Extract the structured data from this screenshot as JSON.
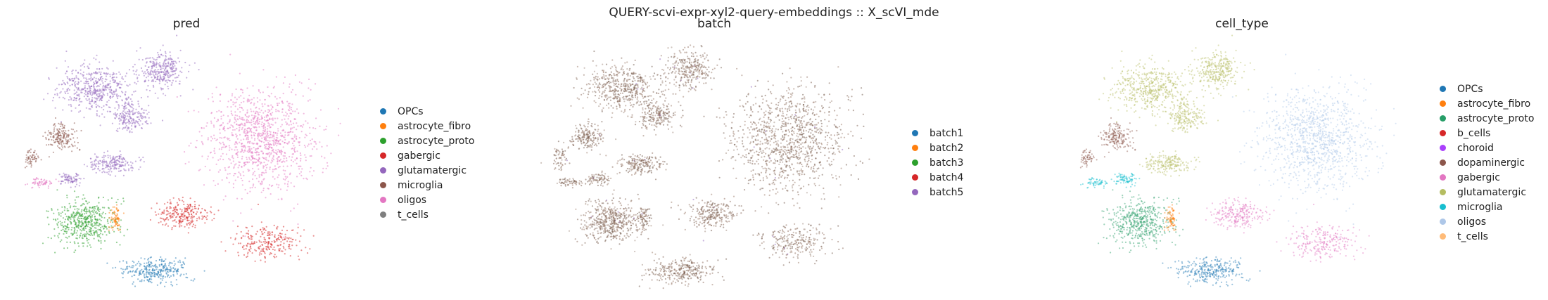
{
  "figure": {
    "suptitle": "QUERY-scvi-expr-xyl2-query-embeddings :: X_scVI_mde"
  },
  "chart_data": [
    {
      "type": "scatter",
      "title": "pred",
      "xlabel": "",
      "ylabel": "",
      "grid": false,
      "axes_visible": false,
      "legend_placement": "right",
      "legend": [
        {
          "name": "OPCs",
          "color": "#1f77b4"
        },
        {
          "name": "astrocyte_fibro",
          "color": "#ff7f0e"
        },
        {
          "name": "astrocyte_proto",
          "color": "#2ca02c"
        },
        {
          "name": "gabergic",
          "color": "#d62728"
        },
        {
          "name": "glutamatergic",
          "color": "#9467bd"
        },
        {
          "name": "microglia",
          "color": "#8c564b"
        },
        {
          "name": "oligos",
          "color": "#e377c2"
        },
        {
          "name": "t_cells",
          "color": "#7f7f7f"
        }
      ]
    },
    {
      "type": "scatter",
      "title": "batch",
      "xlabel": "",
      "ylabel": "",
      "grid": false,
      "axes_visible": false,
      "legend_placement": "right",
      "legend": [
        {
          "name": "batch1",
          "color": "#1f77b4"
        },
        {
          "name": "batch2",
          "color": "#ff7f0e"
        },
        {
          "name": "batch3",
          "color": "#2ca02c"
        },
        {
          "name": "batch4",
          "color": "#d62728"
        },
        {
          "name": "batch5",
          "color": "#9467bd"
        }
      ]
    },
    {
      "type": "scatter",
      "title": "cell_type",
      "xlabel": "",
      "ylabel": "",
      "grid": false,
      "axes_visible": false,
      "legend_placement": "right",
      "legend": [
        {
          "name": "OPCs",
          "color": "#1f77b4"
        },
        {
          "name": "astrocyte_fibro",
          "color": "#ff7f0e"
        },
        {
          "name": "astrocyte_proto",
          "color": "#279e68"
        },
        {
          "name": "b_cells",
          "color": "#d62728"
        },
        {
          "name": "choroid",
          "color": "#aa40fc"
        },
        {
          "name": "dopaminergic",
          "color": "#8c564b"
        },
        {
          "name": "gabergic",
          "color": "#e377c2"
        },
        {
          "name": "glutamatergic",
          "color": "#b5bd61"
        },
        {
          "name": "microglia",
          "color": "#17becf"
        },
        {
          "name": "oligos",
          "color": "#aec7e8"
        },
        {
          "name": "t_cells",
          "color": "#ffbb78"
        }
      ]
    }
  ]
}
